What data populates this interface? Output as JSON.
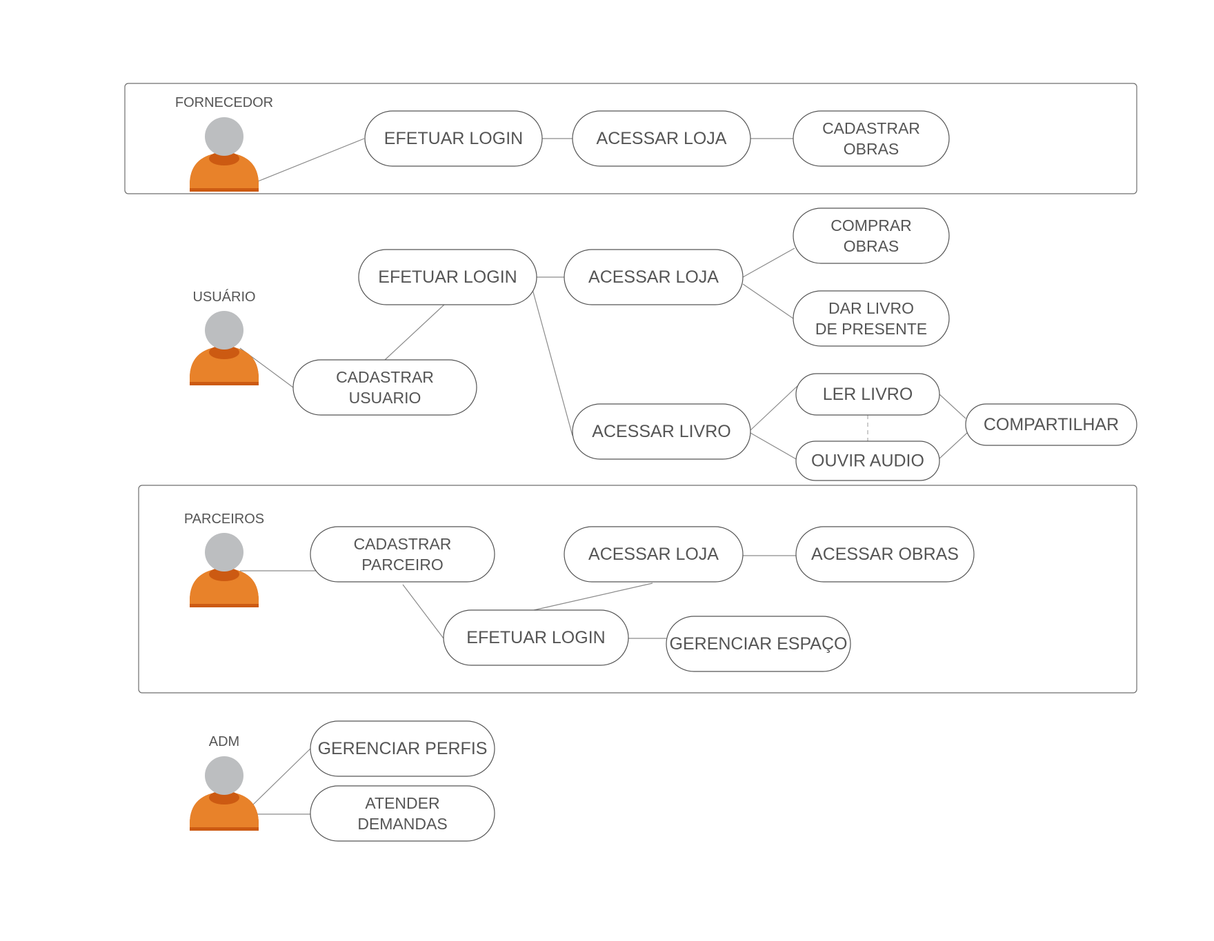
{
  "colors": {
    "actor_head": "#bcbec0",
    "actor_body": "#e8822a",
    "actor_body_shadow": "#cc5a12",
    "line": "#8a8a8a",
    "border": "#555555"
  },
  "actors": {
    "fornecedor": "FORNECEDOR",
    "usuario": "USUÁRIO",
    "parceiros": "PARCEIROS",
    "adm": "ADM"
  },
  "use_cases": {
    "forn_login": [
      "EFETUAR LOGIN"
    ],
    "forn_loja": [
      "ACESSAR LOJA"
    ],
    "forn_cadastrar_obras": [
      "CADASTRAR",
      "OBRAS"
    ],
    "usr_login": [
      "EFETUAR LOGIN"
    ],
    "usr_loja": [
      "ACESSAR LOJA"
    ],
    "usr_comprar": [
      "COMPRAR",
      "OBRAS"
    ],
    "usr_presente": [
      "DAR LIVRO",
      "DE PRESENTE"
    ],
    "usr_cadastrar": [
      "CADASTRAR",
      "USUARIO"
    ],
    "usr_livro": [
      "ACESSAR LIVRO"
    ],
    "usr_ler": [
      "LER LIVRO"
    ],
    "usr_ouvir": [
      "OUVIR AUDIO"
    ],
    "usr_compartilhar": [
      "COMPARTILHAR"
    ],
    "parc_cadastrar": [
      "CADASTRAR",
      "PARCEIRO"
    ],
    "parc_loja": [
      "ACESSAR LOJA"
    ],
    "parc_obras": [
      "ACESSAR  OBRAS"
    ],
    "parc_login": [
      "EFETUAR LOGIN"
    ],
    "parc_espaco": [
      "GERENCIAR ESPAÇO"
    ],
    "adm_perfis": [
      "GERENCIAR PERFIS"
    ],
    "adm_demandas": [
      "ATENDER",
      "DEMANDAS"
    ]
  }
}
